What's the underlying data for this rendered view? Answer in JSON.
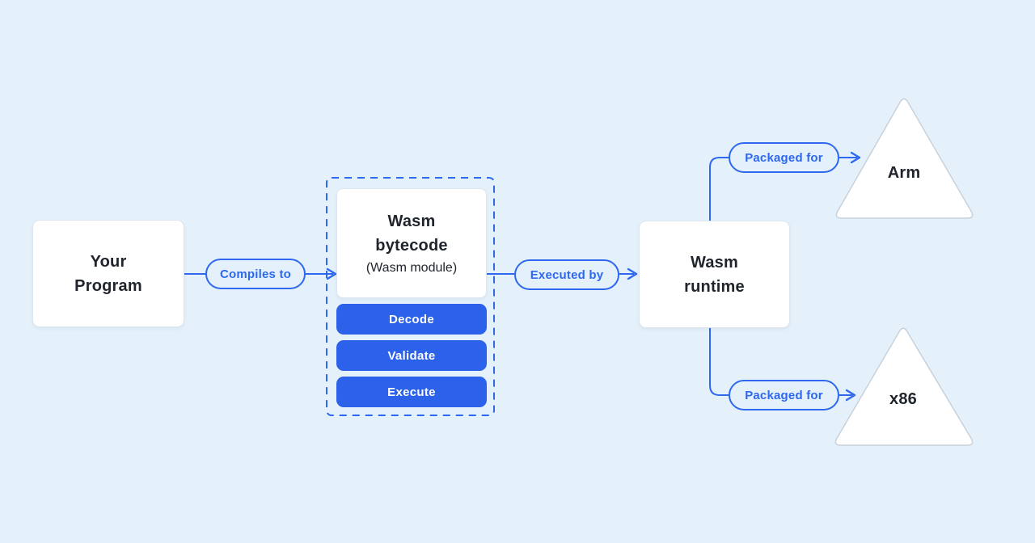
{
  "colors": {
    "background": "#e4f1fb",
    "accent": "#2e68f0",
    "node_fill": "#ffffff",
    "node_border": "#dfe5ec",
    "text_dark": "#20242c",
    "triangle_border": "#c8d1da",
    "button_fill": "#2c61e9",
    "button_text": "#ffffff"
  },
  "nodes": {
    "your_program": {
      "label": "Your\nProgram"
    },
    "wasm_bytecode": {
      "label": "Wasm\nbytecode",
      "sublabel": "(Wasm module)"
    },
    "wasm_runtime": {
      "label": "Wasm\nruntime"
    },
    "arm": {
      "label": "Arm"
    },
    "x86": {
      "label": "x86"
    }
  },
  "pipeline": {
    "steps": [
      "Decode",
      "Validate",
      "Execute"
    ]
  },
  "edges": {
    "compiles_to": {
      "label": "Compiles to"
    },
    "executed_by": {
      "label": "Executed by"
    },
    "packaged_for_arm": {
      "label": "Packaged for"
    },
    "packaged_for_x86": {
      "label": "Packaged for"
    }
  }
}
